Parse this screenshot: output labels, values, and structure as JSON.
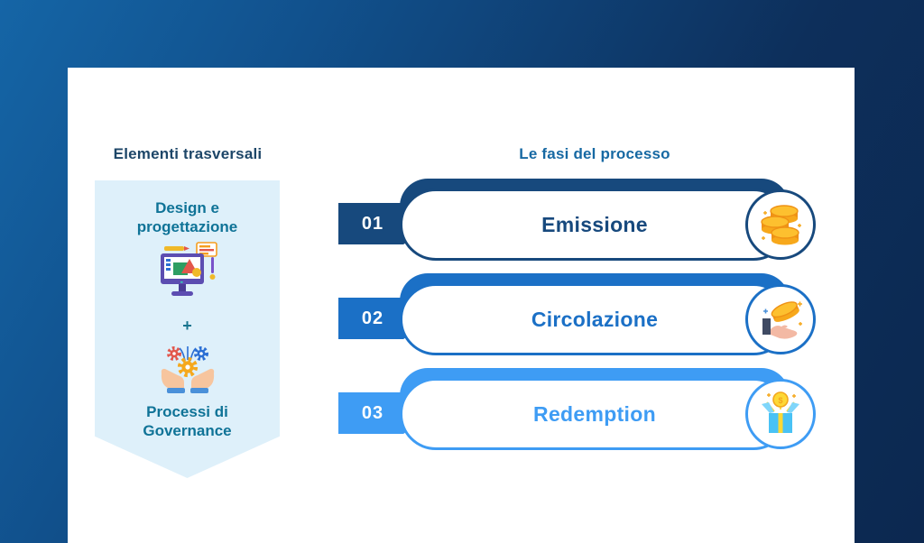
{
  "left_panel": {
    "heading": "Elementi trasversali",
    "item_design": {
      "label": "Design e progettazione",
      "icon": "design-monitor-icon"
    },
    "separator": "+",
    "item_governance": {
      "label": "Processi di Governance",
      "icon": "governance-hands-gears-icon"
    }
  },
  "process": {
    "heading": "Le fasi del processo",
    "steps": [
      {
        "number": "01",
        "label": "Emissione",
        "icon": "coins-stack-icon",
        "color": "#17497d"
      },
      {
        "number": "02",
        "label": "Circolazione",
        "icon": "coin-in-hand-icon",
        "color": "#1b70c6"
      },
      {
        "number": "03",
        "label": "Redemption",
        "icon": "gift-box-icon",
        "color": "#3e9cf4"
      }
    ]
  },
  "colors": {
    "background_gradient_start": "#1565a6",
    "background_gradient_end": "#0c2850",
    "card": "#ffffff",
    "banner_background": "#def0fa",
    "left_heading": "#1d4668",
    "right_heading": "#1769a3",
    "teal_text": "#0f7397"
  }
}
